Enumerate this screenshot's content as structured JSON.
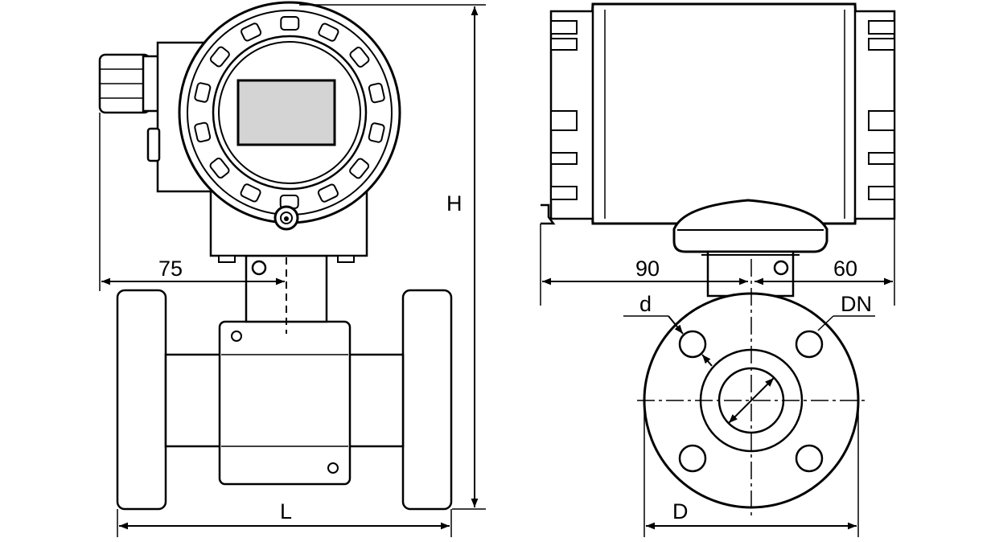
{
  "labels": {
    "height": "H",
    "length": "L",
    "offset_left": "75",
    "offset_right_a": "90",
    "offset_right_b": "60",
    "bolt_hole": "d",
    "nominal_diameter": "DN",
    "flange_diameter": "D"
  },
  "colors": {
    "line": "#000000",
    "background": "#ffffff",
    "window": "#d4d4d4"
  }
}
